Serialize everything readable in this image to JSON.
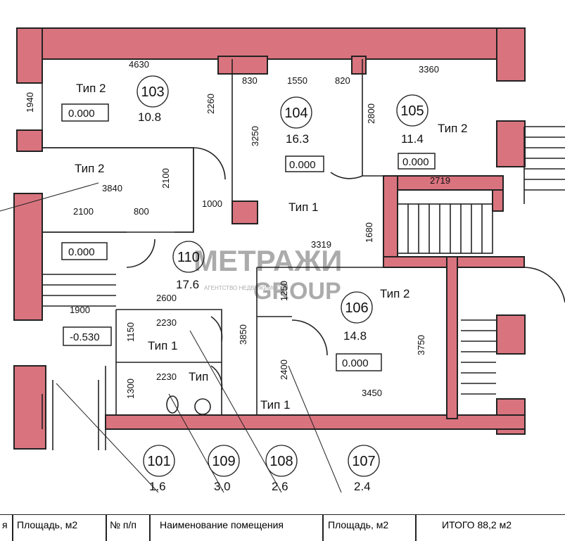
{
  "rooms": [
    {
      "num": "103",
      "area": "10.8",
      "type": "Тип 2",
      "level": "0.000"
    },
    {
      "num": "104",
      "area": "16.3",
      "level": "0.000"
    },
    {
      "num": "105",
      "area": "11.4",
      "type": "Тип 2",
      "level": "0.000"
    },
    {
      "num": "110",
      "area": "17.6",
      "level": "0.000"
    },
    {
      "num": "106",
      "area": "14.8",
      "type": "Тип 2",
      "level": "0.000"
    }
  ],
  "labels": {
    "tip2_upper": "Тип 2",
    "tip1_center": "Тип 1",
    "tip1_wc": "Тип 1",
    "tip1_bath": "Тип",
    "tip1_closet": "Тип 1",
    "level_stair": "-0.530"
  },
  "dimensions": {
    "d4630": "4630",
    "d1940": "1940",
    "d2260": "2260",
    "d830": "830",
    "d1550": "1550",
    "d820": "820",
    "d3360": "3360",
    "d2800": "2800",
    "d3250": "3250",
    "d2719": "2719",
    "d3840": "3840",
    "d2100a": "2100",
    "d2100b": "2100",
    "d800": "800",
    "d1000": "1000",
    "d1680": "1680",
    "d3319": "3319",
    "d2600": "2600",
    "d1250": "1250",
    "d3750": "3750",
    "d1900": "1900",
    "d2230a": "2230",
    "d1150": "1150",
    "d3850": "3850",
    "d2230b": "2230",
    "d1300": "1300",
    "d2400": "2400",
    "d3450": "3450"
  },
  "callouts": [
    {
      "num": "101",
      "area": "1.6"
    },
    {
      "num": "109",
      "area": "3.0"
    },
    {
      "num": "108",
      "area": "2.6"
    },
    {
      "num": "107",
      "area": "2.4"
    }
  ],
  "watermark": {
    "line1": "МЕТРАЖИ",
    "line2": "GROUP",
    "small": "АГЕНТСТВО НЕДВИЖИМОСТИ"
  },
  "legend": {
    "c1": "я",
    "c2": "Площадь, м2",
    "c3": "№ п/п",
    "c4": "Наименование помещения",
    "c5": "Площадь, м2",
    "c6": "ИТОГО 88,2 м2"
  }
}
